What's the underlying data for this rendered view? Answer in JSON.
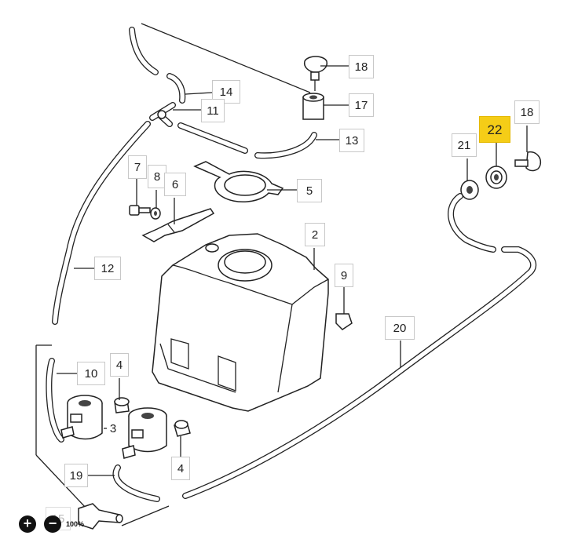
{
  "labels": {
    "l18a": "18",
    "l14": "14",
    "l11": "11",
    "l17": "17",
    "l13": "13",
    "l22": "22",
    "l18b": "18",
    "l21": "21",
    "l7": "7",
    "l8": "8",
    "l6": "6",
    "l5": "5",
    "l2": "2",
    "l12": "12",
    "l9": "9",
    "l20": "20",
    "l10": "10",
    "l4a": "4",
    "l3": "3",
    "l4b": "4",
    "l19": "19",
    "l15": "15"
  },
  "highlight_color": "#f5cd17",
  "zoom": {
    "in_symbol": "+",
    "out_symbol": "−",
    "level": "100%"
  }
}
